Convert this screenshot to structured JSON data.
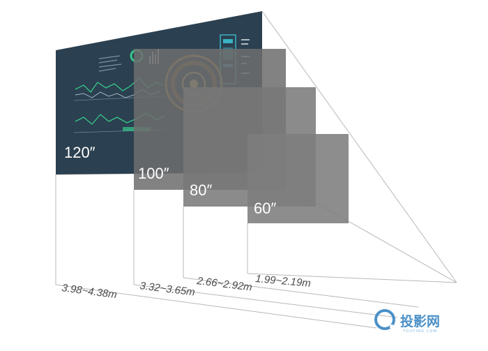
{
  "screens": [
    {
      "size_label": "120″",
      "distance_label": "3.98~4.38m",
      "fill": "#2b4050"
    },
    {
      "size_label": "100″",
      "distance_label": "3.32~3.65m",
      "fill": "#6e6e6e"
    },
    {
      "size_label": "80″",
      "distance_label": "2.66~2.92m",
      "fill": "#787878"
    },
    {
      "size_label": "60″",
      "distance_label": "1.99~2.19m",
      "fill": "#7d7d7d"
    }
  ],
  "watermark": {
    "text": "投影网",
    "subtext": "TOUYING.COM",
    "color": "#4a90c8"
  },
  "colors": {
    "line": "#b8b8b8",
    "accent_cyan": "#3fd0e0",
    "accent_orange": "#d9a24a",
    "accent_green": "#37c98a"
  }
}
